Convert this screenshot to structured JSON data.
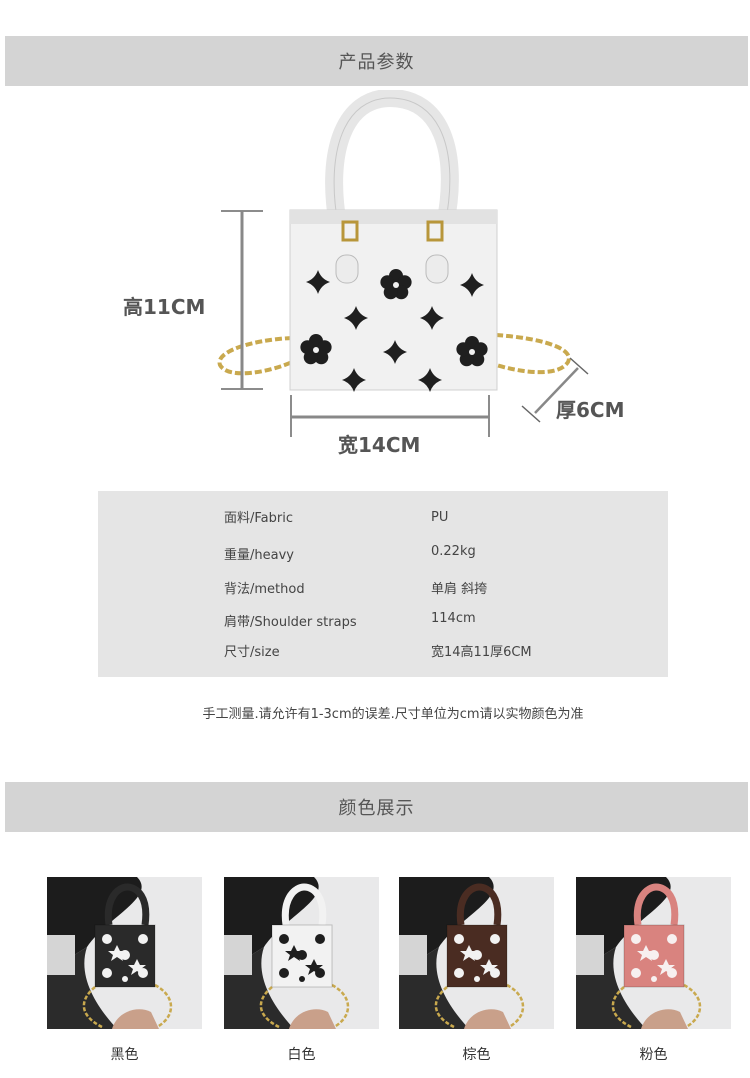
{
  "sections": {
    "params_title": "产品参数",
    "colors_title": "颜色展示"
  },
  "dimensions": {
    "height": "高11CM",
    "width": "宽14CM",
    "depth": "厚6CM"
  },
  "specs": [
    {
      "key": "面料/Fabric",
      "value": "PU"
    },
    {
      "key": "重量/heavy",
      "value": "0.22kg"
    },
    {
      "key": "背法/method",
      "value": "单肩 斜挎"
    },
    {
      "key": "肩带/Shoulder straps",
      "value": "114cm"
    },
    {
      "key": "尺寸/size",
      "value": "宽14高11厚6CM"
    }
  ],
  "note": "手工测量.请允许有1-3cm的误差.尺寸单位为cm请以实物颜色为准",
  "colors": [
    {
      "label": "黑色",
      "bag": "#2a2a2a",
      "print": "#f2f2f2"
    },
    {
      "label": "白色",
      "bag": "#f2f2f2",
      "print": "#1e1e1e"
    },
    {
      "label": "棕色",
      "bag": "#4a2c22",
      "print": "#f2f2f2"
    },
    {
      "label": "粉色",
      "bag": "#d9837f",
      "print": "#f7f0f0"
    }
  ],
  "palette": {
    "bar_bg": "#d4d4d4",
    "table_bg": "#e5e5e5",
    "chain": "#c9a94e"
  }
}
